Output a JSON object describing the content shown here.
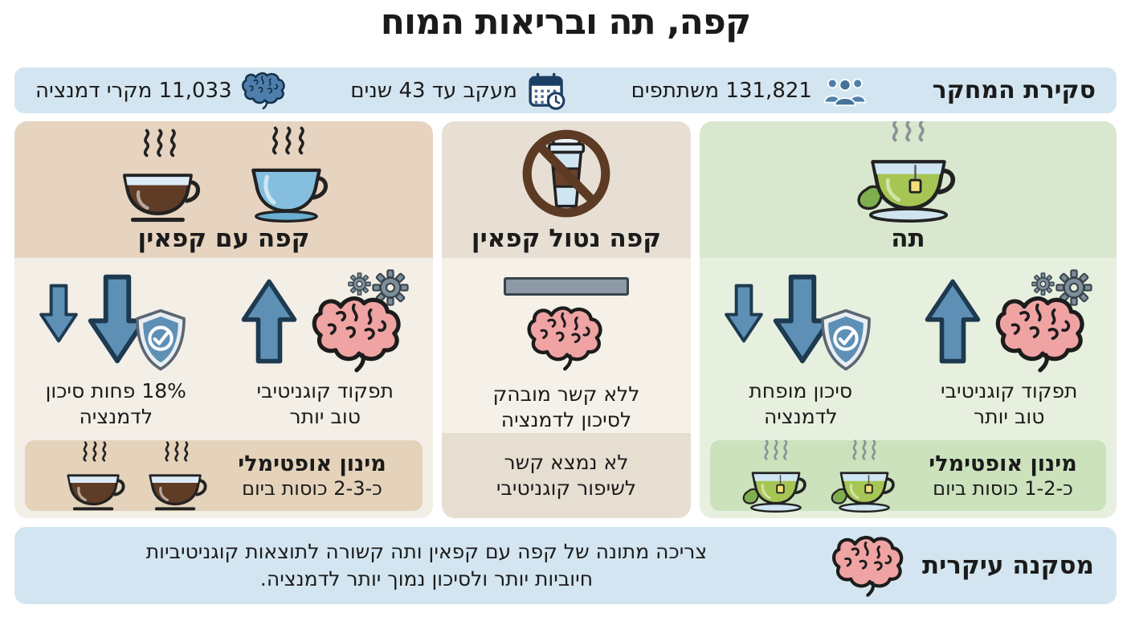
{
  "title": "קפה, תה ובריאות המוח",
  "overview": {
    "label": "סקירת המחקר",
    "stats": [
      {
        "icon": "people-icon",
        "text": "131,821 משתתפים"
      },
      {
        "icon": "calendar-clock-icon",
        "text": "מעקב עד 43 שנים"
      },
      {
        "icon": "brain-icon",
        "text": "11,033 מקרי דמנציה"
      }
    ]
  },
  "columns": [
    {
      "id": "caffeinated-coffee",
      "title": "קפה עם קפאין",
      "header_icons": [
        "coffee-cup-icon",
        "blue-cup-icon"
      ],
      "stats": [
        {
          "icon": "down-arrows-shield-icon",
          "line1": "18% פחות סיכון",
          "line2": "לדמנציה"
        },
        {
          "icon": "up-arrow-brain-gears-icon",
          "line1": "תפקוד קוגניטיבי",
          "line2": "טוב יותר"
        }
      ],
      "dosage": {
        "title": "מינון אופטימלי",
        "amount": "כ-2-3 כוסות ביום",
        "icons": [
          "coffee-cup-icon",
          "coffee-cup-icon"
        ]
      }
    },
    {
      "id": "decaf-coffee",
      "title": "קפה נטול קפאין",
      "header_icons": [
        "no-decaf-cup-icon"
      ],
      "stats": [
        {
          "icon": "neutral-bar-brain-icon",
          "line1": "ללא קשר מובהק",
          "line2": "לסיכון לדמנציה"
        }
      ],
      "footer": {
        "line1": "לא נמצא קשר",
        "line2": "לשיפור קוגניטיבי"
      }
    },
    {
      "id": "tea",
      "title": "תה",
      "header_icons": [
        "tea-cup-icon"
      ],
      "stats": [
        {
          "icon": "down-arrows-shield-icon",
          "line1": "סיכון מופחת",
          "line2": "לדמנציה"
        },
        {
          "icon": "up-arrow-brain-gears-icon",
          "line1": "תפקוד קוגניטיבי",
          "line2": "טוב יותר"
        }
      ],
      "dosage": {
        "title": "מינון אופטימלי",
        "amount": "כ-1-2 כוסות ביום",
        "icons": [
          "tea-cup-icon",
          "tea-cup-icon"
        ]
      }
    }
  ],
  "conclusion": {
    "label": "מסקנה עיקרית",
    "icon": "brain-icon",
    "line1": "צריכה מתונה של קפה עם קפאין ותה קשורה לתוצאות קוגניטיביות",
    "line2": "חיוביות יותר ולסיכון נמוך יותר לדמנציה."
  },
  "colors": {
    "bar_blue": "#d3e5f0",
    "coffee_header": "#e6d4c0",
    "coffee_body": "#f3eee6",
    "coffee_dosage": "#e4d2ba",
    "decaf_header": "#e7dfd4",
    "decaf_body": "#f5f1e8",
    "decaf_footer": "#e7ded2",
    "tea_header": "#d8e7ce",
    "tea_body": "#e7f0de",
    "tea_dosage": "#cbe2bd",
    "arrow_blue": "#5e90b6",
    "brain_pink": "#f0a3a3",
    "brain_blue": "#4e7eab",
    "gear_gray": "#7e8e99",
    "prohibition_brown": "#5d3a23",
    "text": "#1b1b1b"
  }
}
